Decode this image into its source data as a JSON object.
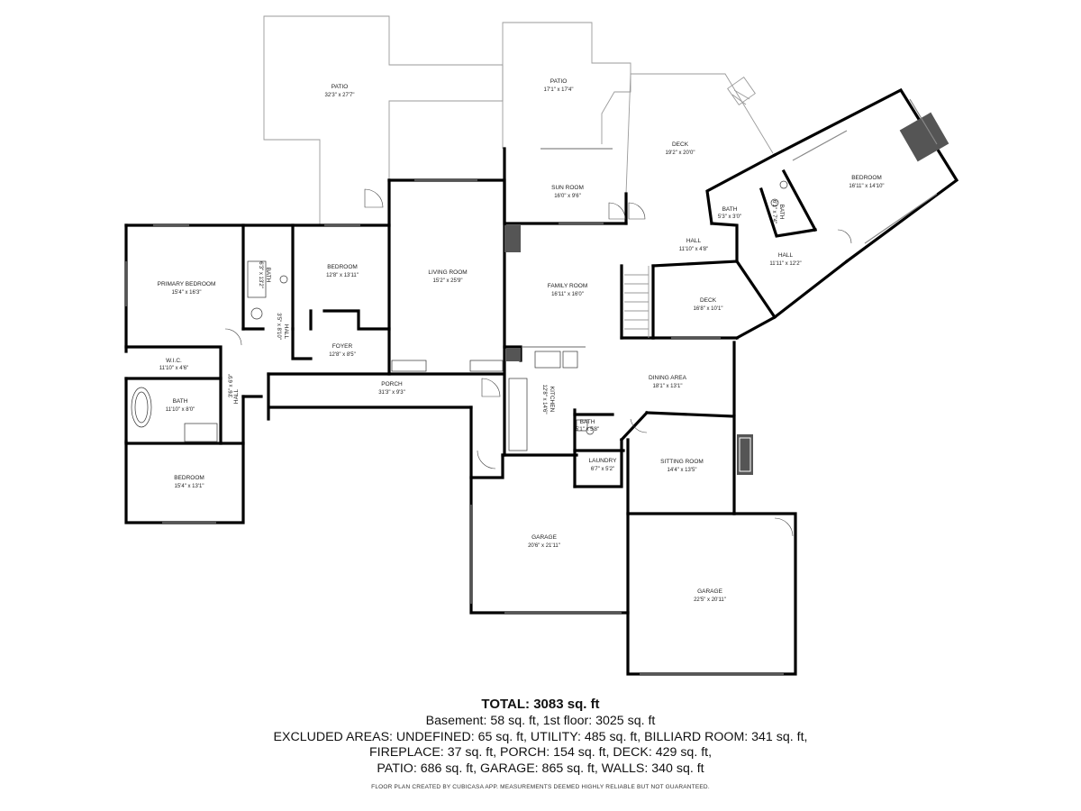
{
  "rooms": {
    "patio_left": {
      "name": "PATIO",
      "dim": "32'3\" x 27'7\""
    },
    "patio_right": {
      "name": "PATIO",
      "dim": "17'1\" x 17'4\""
    },
    "deck_top": {
      "name": "DECK",
      "dim": "19'2\" x 20'0\""
    },
    "bedroom_ne": {
      "name": "BEDROOM",
      "dim": "16'11\" x 14'10\""
    },
    "sun_room": {
      "name": "SUN ROOM",
      "dim": "16'0\" x 9'6\""
    },
    "bath_ne1": {
      "name": "BATH",
      "dim": "5'3\" x 3'0\""
    },
    "bath_ne2": {
      "name": "BATH",
      "dim": "6'1\" x 7'4\""
    },
    "hall_mid": {
      "name": "HALL",
      "dim": "11'10\" x 4'8\""
    },
    "hall_ne": {
      "name": "HALL",
      "dim": "11'11\" x 12'2\""
    },
    "primary_bedroom": {
      "name": "PRIMARY BEDROOM",
      "dim": "15'4\" x 16'3\""
    },
    "bath_primary": {
      "name": "BATH",
      "dim": "6'3\" x 13'2\""
    },
    "bedroom_mid": {
      "name": "BEDROOM",
      "dim": "12'8\" x 13'11\""
    },
    "living_room": {
      "name": "LIVING ROOM",
      "dim": "15'2\" x 25'9\""
    },
    "family_room": {
      "name": "FAMILY ROOM",
      "dim": "16'11\" x 16'0\""
    },
    "deck_mid": {
      "name": "DECK",
      "dim": "16'8\" x 10'1\""
    },
    "hall_small": {
      "name": "HALL",
      "dim": "3'5\" x 8'10\""
    },
    "foyer": {
      "name": "FOYER",
      "dim": "12'8\" x 8'5\""
    },
    "wic": {
      "name": "W.I.C.",
      "dim": "11'10\" x 4'6\""
    },
    "hall_tiny": {
      "name": "HALL",
      "dim": "3'6\" x 6'9\""
    },
    "porch": {
      "name": "PORCH",
      "dim": "31'3\" x 9'3\""
    },
    "bath_sw": {
      "name": "BATH",
      "dim": "11'10\" x 8'0\""
    },
    "kitchen": {
      "name": "KITCHEN",
      "dim": "12'8\" x 14'6\""
    },
    "dining_area": {
      "name": "DINING AREA",
      "dim": "18'1\" x 13'1\""
    },
    "bath_half": {
      "name": "BATH",
      "dim": "5'1\" x 5'8\""
    },
    "laundry": {
      "name": "LAUNDRY",
      "dim": "6'7\" x 5'2\""
    },
    "sitting_room": {
      "name": "SITTING ROOM",
      "dim": "14'4\" x 13'5\""
    },
    "bedroom_sw": {
      "name": "BEDROOM",
      "dim": "15'4\" x 13'1\""
    },
    "garage_1": {
      "name": "GARAGE",
      "dim": "20'6\" x 21'11\""
    },
    "garage_2": {
      "name": "GARAGE",
      "dim": "22'5\" x 20'11\""
    }
  },
  "summary": {
    "total": "TOTAL: 3083 sq. ft",
    "line1": "Basement: 58 sq. ft, 1st floor: 3025 sq. ft",
    "line2": "EXCLUDED AREAS: UNDEFINED: 65 sq. ft, UTILITY: 485 sq. ft, BILLIARD ROOM: 341 sq. ft,",
    "line3": "FIREPLACE: 37 sq. ft, PORCH: 154 sq. ft, DECK: 429 sq. ft,",
    "line4": "PATIO: 686 sq. ft, GARAGE: 865 sq. ft, WALLS: 340 sq. ft"
  },
  "credit": "FLOOR PLAN CREATED BY CUBICASA APP. MEASUREMENTS DEEMED HIGHLY RELIABLE BUT NOT GUARANTEED."
}
